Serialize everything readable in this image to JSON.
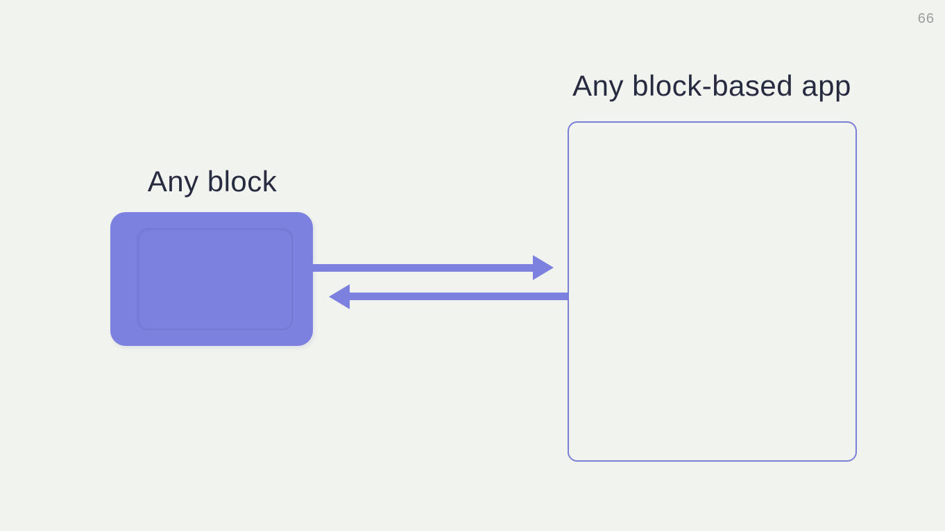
{
  "page": {
    "number": "66"
  },
  "labels": {
    "block_label": "Any block",
    "app_label": "Any block-based app"
  },
  "icons": {
    "arrow_to_app": "right-arrow-icon",
    "arrow_to_block": "left-arrow-icon"
  },
  "colors": {
    "background": "#f1f3ee",
    "purple": "#7c80de",
    "outline": "#7a7ed6",
    "text": "#272b40",
    "page_number": "#9e9e9e"
  }
}
